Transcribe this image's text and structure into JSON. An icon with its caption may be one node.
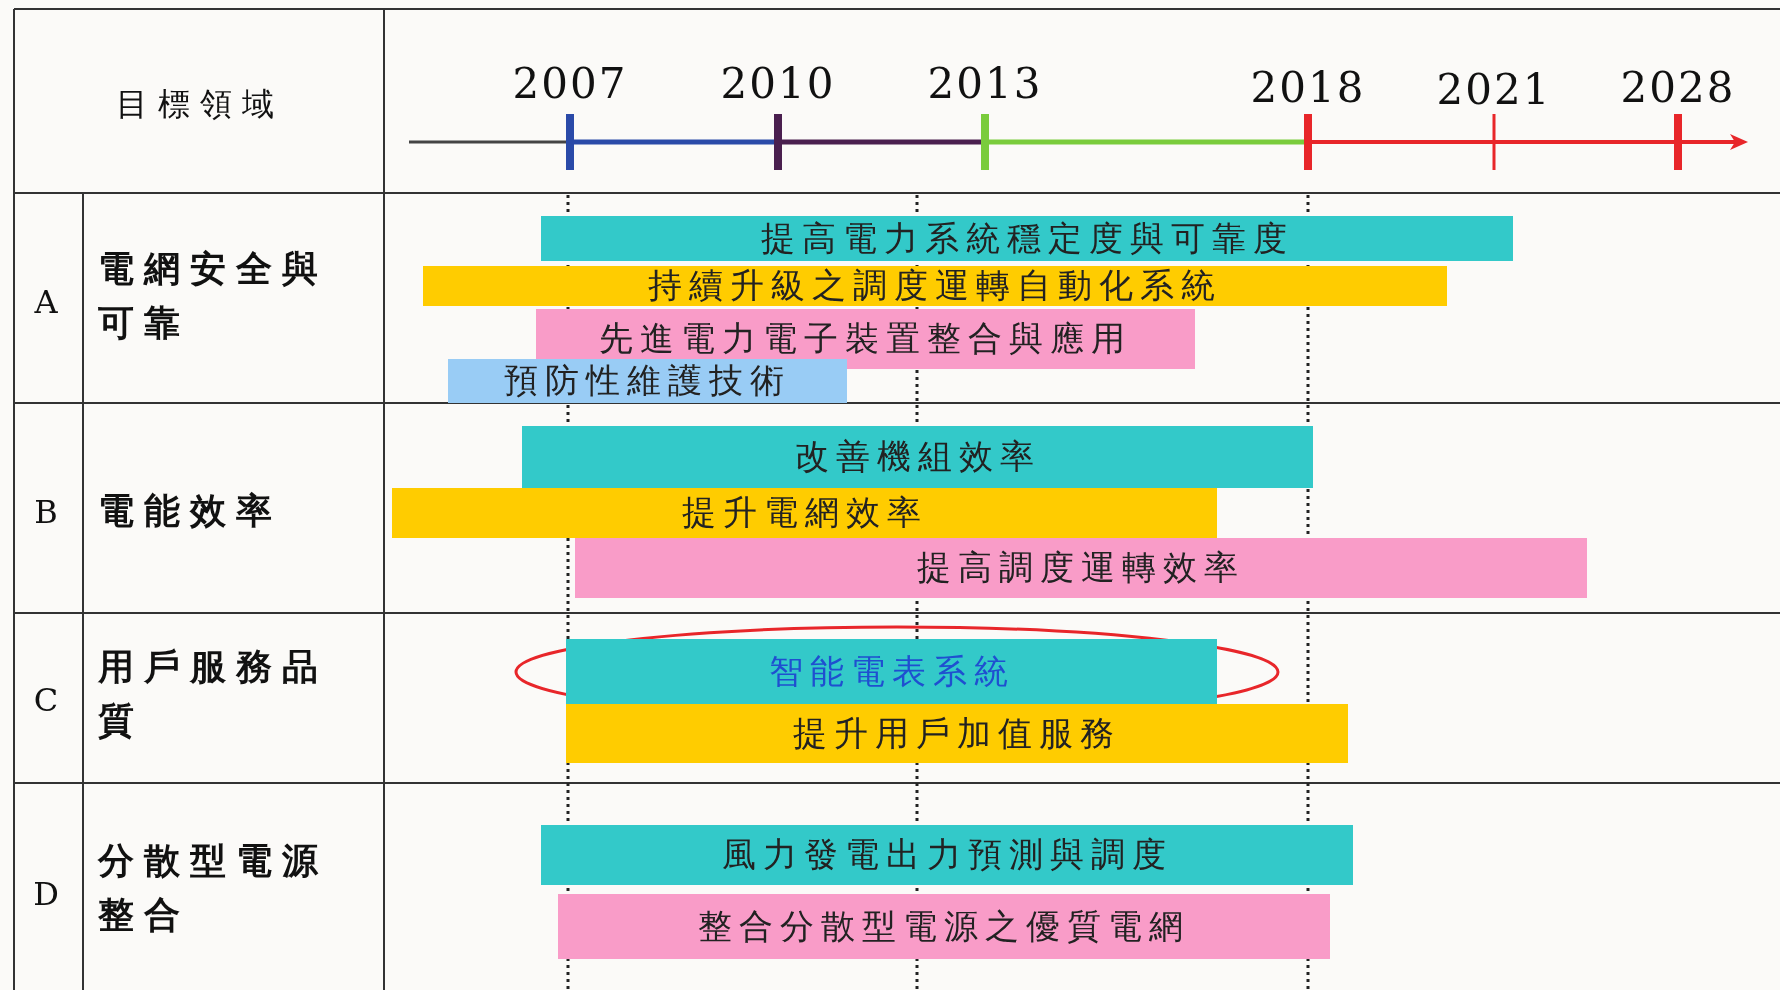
{
  "diagram": {
    "nodes": [
      {
        "text": [
          "提高電力系統穩定度與可靠度"
        ]
      },
      {
        "text": [
          "持續升級之調度運轉自動化系統"
        ]
      },
      {
        "text": [
          "先進電力電子裝置整合與應用"
        ]
      },
      {
        "text": [
          "預防性維護技術"
        ]
      },
      {
        "text": [
          "改善機組效率"
        ]
      },
      {
        "text": [
          "提升電網效率"
        ]
      },
      {
        "text": [
          "提高調度運轉效率"
        ]
      },
      {
        "text": [
          "智能電表系統"
        ]
      },
      {
        "text": [
          "提升用戶加值服務"
        ]
      },
      {
        "text": [
          "風力發電出力預測與調度"
        ]
      },
      {
        "text": [
          "整合分散型電源之優質電網"
        ]
      }
    ],
    "labels": [
      "目標領域",
      "2007",
      "2010",
      "2013",
      "2018",
      "2021",
      "2028",
      "A",
      "電網安全與可靠",
      "B",
      "電能效率",
      "C",
      "用戶服務品質",
      "D",
      "分散型電源整合"
    ]
  }
}
